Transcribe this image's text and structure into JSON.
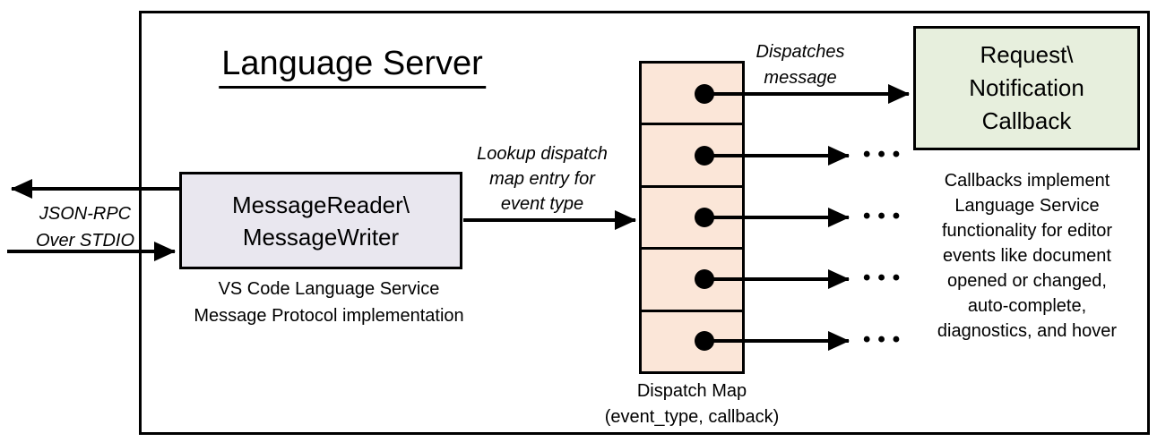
{
  "diagram": {
    "title": "Language Server",
    "io_label": "JSON-RPC\nOver STDIO",
    "reader_box": {
      "line1": "MessageReader\\",
      "line2": "MessageWriter",
      "caption": "VS Code Language Service\nMessage Protocol implementation"
    },
    "lookup_label": "Lookup dispatch\nmap entry for\nevent type",
    "dispatch_map": {
      "cell_count": 5,
      "caption": "Dispatch Map\n(event_type, callback)"
    },
    "dispatches_label": "Dispatches\nmessage",
    "callback_box": {
      "line1": "Request\\",
      "line2": "Notification",
      "line3": "Callback"
    },
    "callbacks_note": "Callbacks implement\nLanguage Service\nfunctionality for editor\nevents like document\nopened or changed,\nauto-complete,\ndiagnostics, and hover",
    "ellipsis": "•••",
    "colors": {
      "reader_box_fill": "#E9E7EF",
      "dispatch_map_fill": "#FBE6D8",
      "callback_box_fill": "#E7EFDD",
      "line_color": "#000000"
    }
  }
}
